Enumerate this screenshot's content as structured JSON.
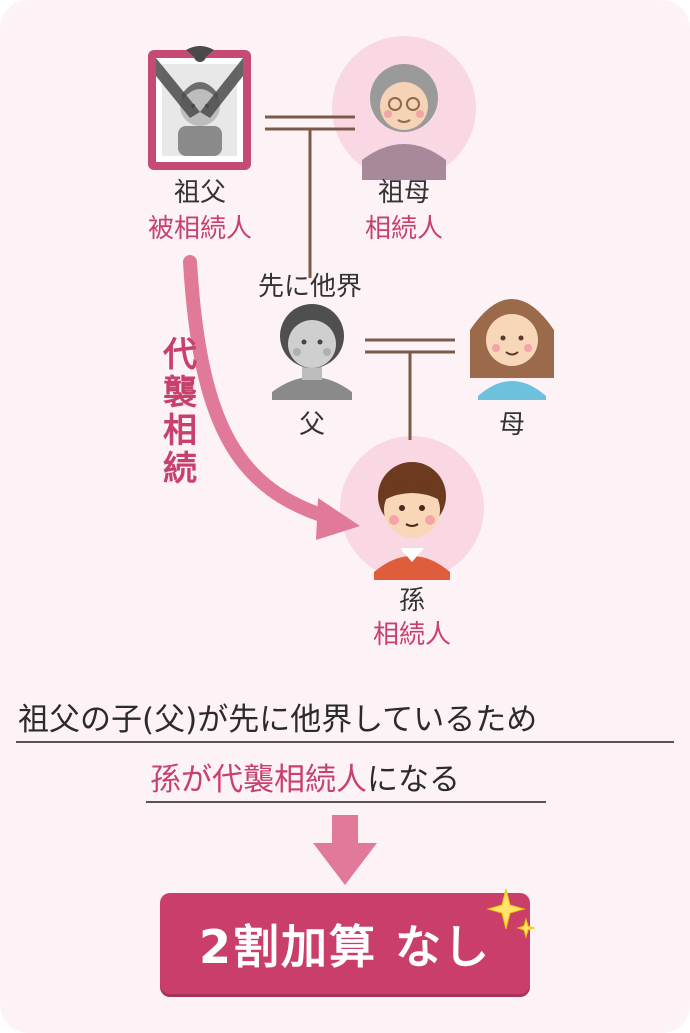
{
  "people": {
    "grandfather": {
      "name": "祖父",
      "role": "被相続人"
    },
    "grandmother": {
      "name": "祖母",
      "role": "相続人"
    },
    "father": {
      "name": "父",
      "note": "先に他界"
    },
    "mother": {
      "name": "母"
    },
    "grandchild": {
      "name": "孫",
      "role": "相続人"
    }
  },
  "arrow_label": [
    "代",
    "襲",
    "相",
    "続"
  ],
  "caption": {
    "line1": "祖父の子(父)が先に他界しているため",
    "line2_highlight": "孫が代襲相続人",
    "line2_rest": "になる"
  },
  "result": {
    "label": "2割加算 なし"
  },
  "colors": {
    "accent": "#c93f6a",
    "arrow": "#e07a98",
    "background": "#fdf3f6",
    "circle": "#f9d8e3",
    "line": "#7a5a4a"
  },
  "icons": [
    "memorial-frame-icon",
    "down-arrow-icon",
    "sparkle-icon"
  ]
}
